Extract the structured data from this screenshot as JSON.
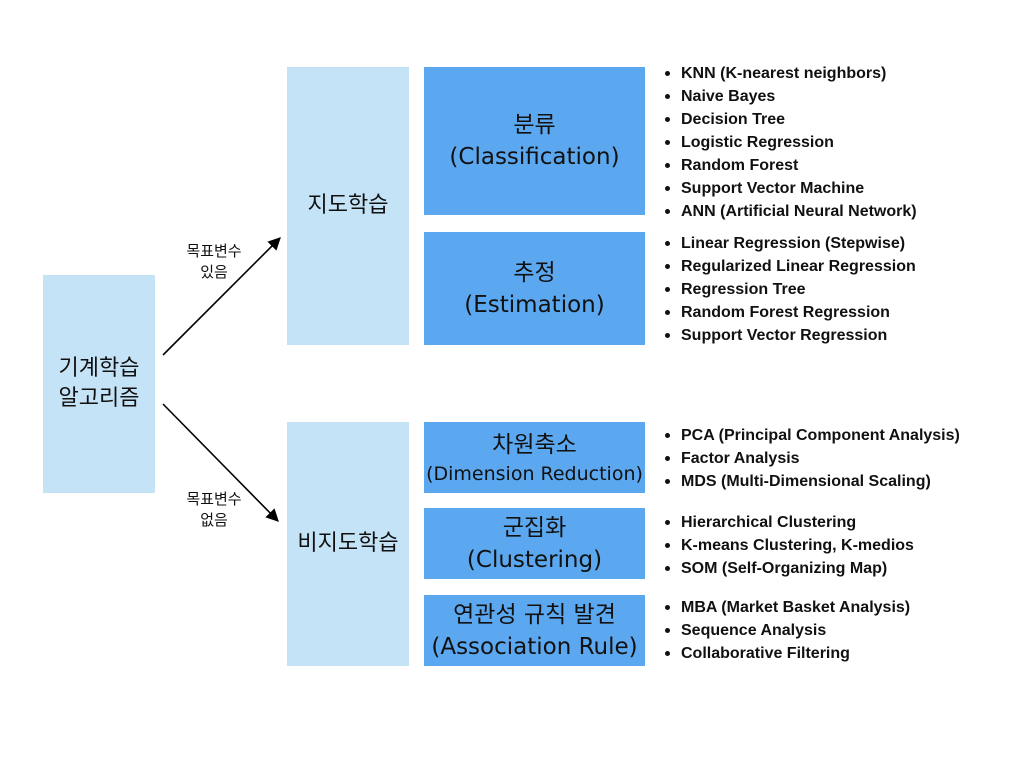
{
  "root": {
    "line1": "기계학습",
    "line2": "알고리즘"
  },
  "edges": [
    {
      "line1": "목표변수",
      "line2": "있음"
    },
    {
      "line1": "목표변수",
      "line2": "없음"
    }
  ],
  "supervised": {
    "label": "지도학습"
  },
  "unsupervised": {
    "label": "비지도학습"
  },
  "categories": [
    {
      "title": "분류",
      "subtitle": "(Classification)",
      "items": [
        "KNN (K-nearest neighbors)",
        "Naive Bayes",
        "Decision Tree",
        "Logistic Regression",
        "Random Forest",
        "Support Vector Machine",
        "ANN (Artificial Neural Network)"
      ]
    },
    {
      "title": "추정",
      "subtitle": "(Estimation)",
      "items": [
        "Linear Regression (Stepwise)",
        "Regularized Linear Regression",
        "Regression Tree",
        "Random Forest Regression",
        "Support Vector Regression"
      ]
    },
    {
      "title": "차원축소",
      "subtitle": "(Dimension Reduction)",
      "items": [
        "PCA (Principal Component Analysis)",
        "Factor Analysis",
        "MDS (Multi-Dimensional Scaling)"
      ]
    },
    {
      "title": "군집화",
      "subtitle": "(Clustering)",
      "items": [
        "Hierarchical Clustering",
        "K-means Clustering, K-medios",
        "SOM (Self-Organizing Map)"
      ]
    },
    {
      "title": "연관성 규칙 발견",
      "subtitle": "(Association Rule)",
      "items": [
        "MBA (Market Basket Analysis)",
        "Sequence Analysis",
        "Collaborative Filtering"
      ]
    }
  ],
  "colors": {
    "light_box": "#c5e3f7",
    "mid_box": "#5ba8f0",
    "arrow": "#000000"
  }
}
